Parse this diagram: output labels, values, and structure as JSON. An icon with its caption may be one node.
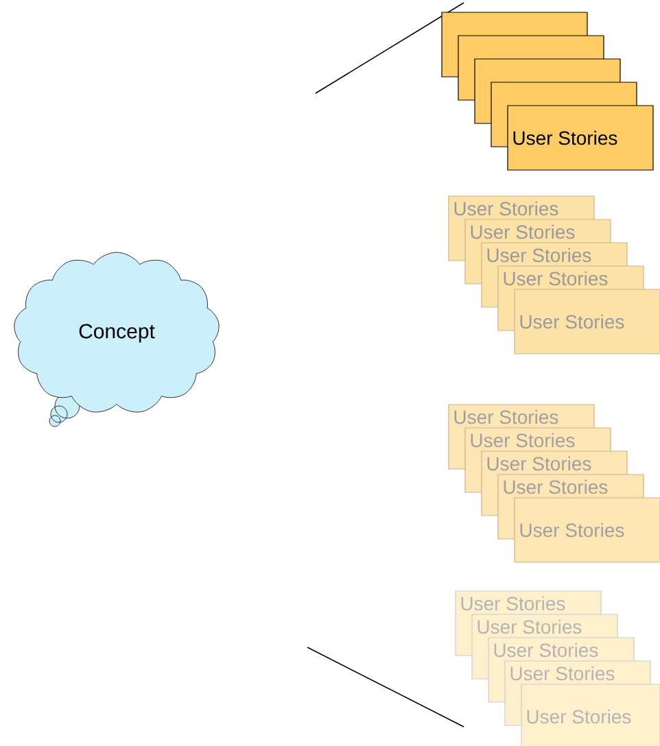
{
  "diagram": {
    "nodes": [
      {
        "text": [
          "Concept"
        ]
      },
      {
        "text": [],
        "shape": "box"
      },
      {
        "text": [],
        "shape": "box"
      },
      {
        "text": [],
        "shape": "box"
      },
      {
        "text": [],
        "shape": "box"
      },
      {
        "text": [
          "User Stories"
        ]
      },
      {
        "text": [
          "User Stories"
        ]
      },
      {
        "text": [
          "User Stories"
        ]
      },
      {
        "text": [
          "User Stories"
        ]
      },
      {
        "text": [
          "User Stories"
        ]
      },
      {
        "text": [
          "User Stories"
        ]
      },
      {
        "text": [
          "User Stories"
        ]
      },
      {
        "text": [
          "User Stories"
        ]
      },
      {
        "text": [
          "User Stories"
        ]
      },
      {
        "text": [
          "User Stories"
        ]
      },
      {
        "text": [
          "User Stories"
        ]
      },
      {
        "text": [
          "User Stories"
        ]
      },
      {
        "text": [
          "User Stories"
        ]
      },
      {
        "text": [
          "User Stories"
        ]
      },
      {
        "text": [
          "User Stories"
        ]
      },
      {
        "text": [
          "User Stories"
        ]
      }
    ]
  }
}
